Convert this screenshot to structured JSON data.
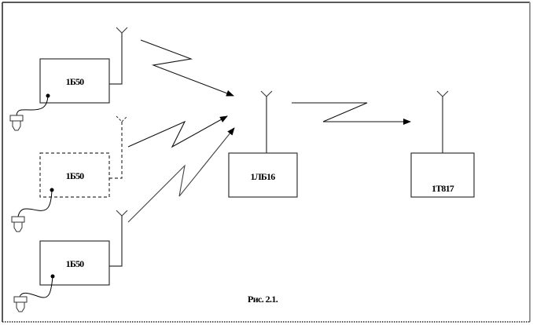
{
  "figure": {
    "caption": "Рис. 2.1.",
    "transmitters": [
      {
        "label": "1Б50",
        "style": "solid"
      },
      {
        "label": "1Б50",
        "style": "dashed"
      },
      {
        "label": "1Б50",
        "style": "solid"
      }
    ],
    "relay": {
      "label": "1ЛБ16"
    },
    "receiver": {
      "label": "1Т817"
    },
    "links": [
      {
        "from": "transmitter-1",
        "to": "relay",
        "type": "radio-link"
      },
      {
        "from": "transmitter-2",
        "to": "relay",
        "type": "radio-link"
      },
      {
        "from": "transmitter-3",
        "to": "relay",
        "type": "radio-link"
      },
      {
        "from": "relay",
        "to": "receiver",
        "type": "radio-link"
      }
    ],
    "icons": {
      "antenna": "antenna-icon",
      "microphone": "microphone-icon",
      "radio_link": "lightning-arrow-icon"
    }
  }
}
